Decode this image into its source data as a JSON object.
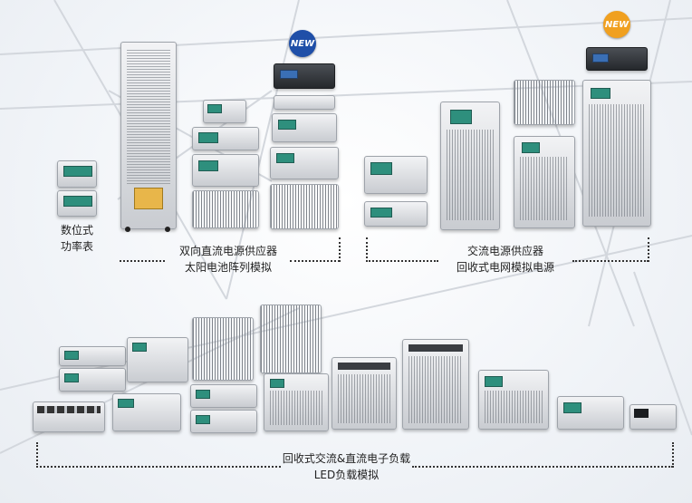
{
  "labels": {
    "power_meter": [
      "数位式",
      "功率表"
    ],
    "dc_supply": [
      "双向直流电源供应器",
      "太阳电池阵列模拟"
    ],
    "ac_supply": [
      "交流电源供应器",
      "回收式电网模拟电源"
    ],
    "loads": [
      "回收式交流&直流电子负载",
      "LED负载模拟"
    ]
  },
  "badges": {
    "new_left": "NEW",
    "new_right": "NEW"
  },
  "colors": {
    "badge_blue": "#1f4fa8",
    "badge_orange": "#f0a020",
    "screen_green": "#2e8f7d"
  }
}
